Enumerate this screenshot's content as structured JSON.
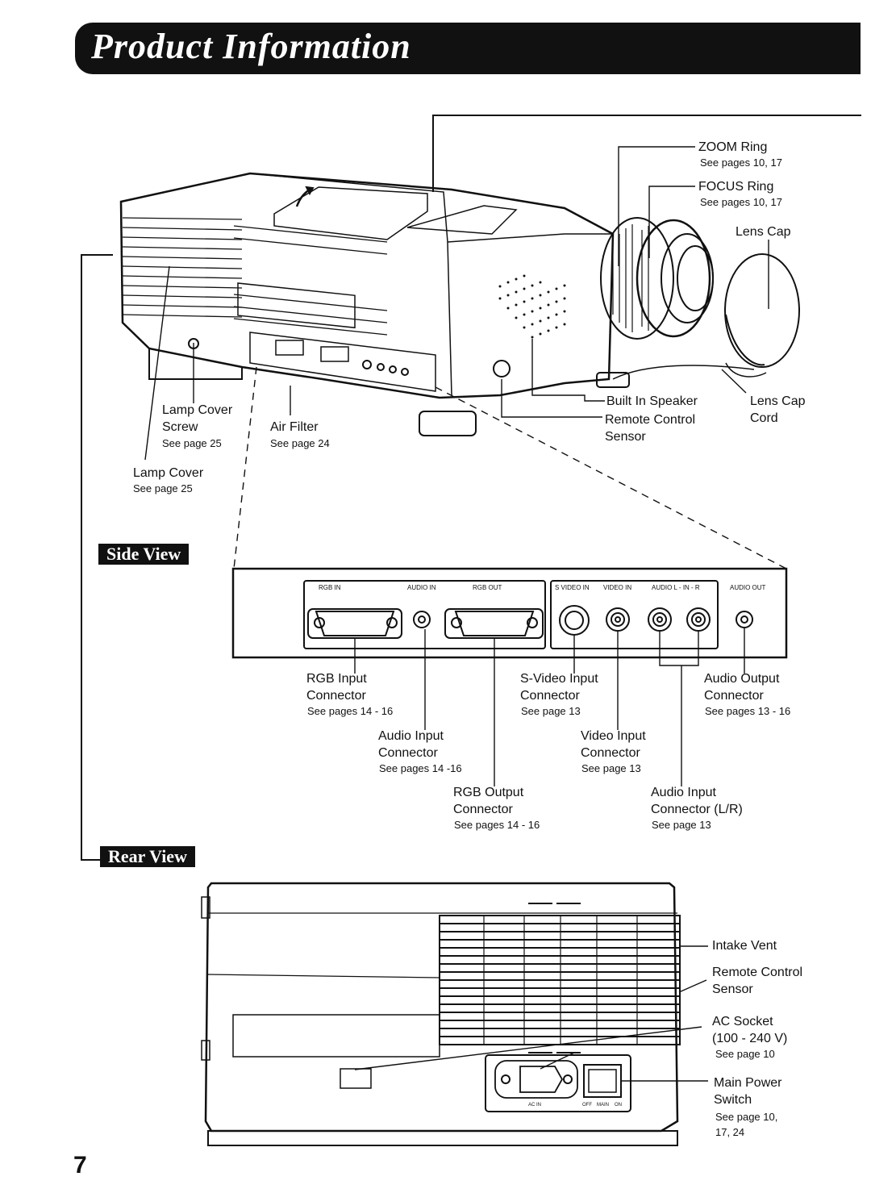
{
  "title": "Product Information",
  "page_number": "7",
  "sections": {
    "side_view": "Side View",
    "rear_view": "Rear View"
  },
  "top_view": {
    "zoom_ring": {
      "label": "ZOOM Ring",
      "ref": "See pages 10, 17"
    },
    "focus_ring": {
      "label": "FOCUS Ring",
      "ref": "See pages 10, 17"
    },
    "lens_cap": {
      "label": "Lens Cap"
    },
    "lamp_cover_screw": {
      "line1": "Lamp Cover",
      "line2": "Screw",
      "ref": "See page 25"
    },
    "air_filter": {
      "label": "Air Filter",
      "ref": "See page 24"
    },
    "lamp_cover": {
      "label": "Lamp Cover",
      "ref": "See page 25"
    },
    "built_in_speaker": {
      "label": "Built In Speaker"
    },
    "remote_sensor": {
      "line1": "Remote Control",
      "line2": "Sensor"
    },
    "lens_cap_cord": {
      "line1": "Lens Cap",
      "line2": "Cord"
    }
  },
  "side_view": {
    "panel_labels": {
      "rgb_in": "RGB IN",
      "audio_in": "AUDIO IN",
      "rgb_out": "RGB OUT",
      "svideo_in": "S VIDEO IN",
      "video_in": "VIDEO IN",
      "audio_lr": "AUDIO L - IN - R",
      "audio_out": "AUDIO OUT"
    },
    "callouts": {
      "rgb_input": {
        "line1": "RGB Input",
        "line2": "Connector",
        "ref": "See pages 14 - 16"
      },
      "audio_input": {
        "line1": "Audio Input",
        "line2": "Connector",
        "ref": "See pages 14 -16"
      },
      "rgb_output": {
        "line1": "RGB Output",
        "line2": "Connector",
        "ref": "See pages 14 - 16"
      },
      "svideo_input": {
        "line1": "S-Video Input",
        "line2": "Connector",
        "ref": "See page 13"
      },
      "video_input": {
        "line1": "Video Input",
        "line2": "Connector",
        "ref": "See page 13"
      },
      "audio_input_lr": {
        "line1": "Audio Input",
        "line2": "Connector (L/R)",
        "ref": "See page 13"
      },
      "audio_output": {
        "line1": "Audio Output",
        "line2": "Connector",
        "ref": "See pages 13 - 16"
      }
    }
  },
  "rear_view": {
    "intake_vent": {
      "label": "Intake Vent"
    },
    "remote_sensor": {
      "line1": "Remote Control",
      "line2": "Sensor"
    },
    "ac_socket": {
      "line1": "AC Socket",
      "line2": "(100 - 240 V)",
      "ref": "See page 10"
    },
    "main_power": {
      "line1": "Main Power",
      "line2": "Switch",
      "ref1": "See page 10,",
      "ref2": "17, 24"
    },
    "switch_labels": {
      "ac_in": "AC IN",
      "off": "OFF",
      "main": "MAIN",
      "on": "ON"
    }
  }
}
